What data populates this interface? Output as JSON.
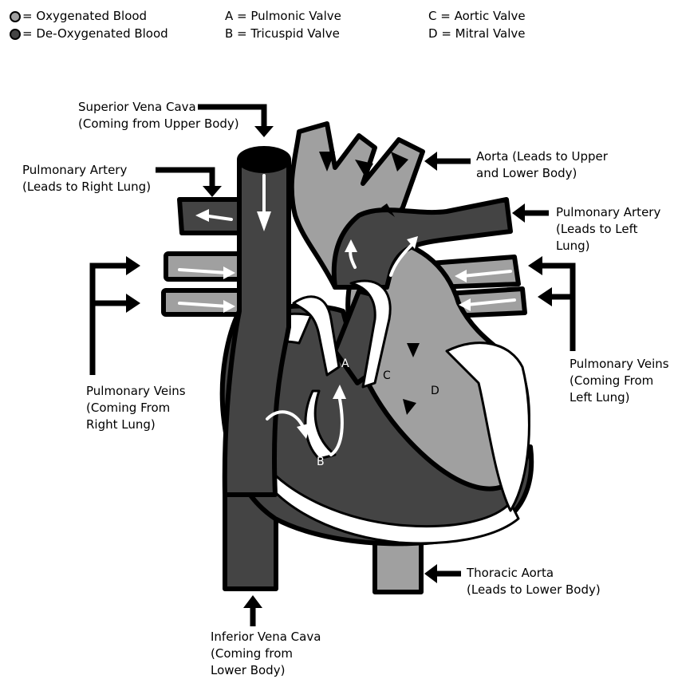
{
  "legend": {
    "oxygenated": "= Oxygenated Blood",
    "deoxygenated": "= De-Oxygenated Blood",
    "valve_a": "A = Pulmonic Valve",
    "valve_b": "B = Tricuspid Valve",
    "valve_c": "C = Aortic Valve",
    "valve_d": "D = Mitral Valve"
  },
  "labels": {
    "svc": "Superior Vena Cava\n(Coming from Upper Body)",
    "pa_right": "Pulmonary Artery\n(Leads to Right Lung)",
    "aorta": "Aorta (Leads to  Upper\nand Lower Body)",
    "pa_left": "Pulmonary Artery\n(Leads to Left Lung)",
    "pv_right": "Pulmonary Veins\n(Coming From\nRight Lung)",
    "pv_left": "Pulmonary Veins\n(Coming From\nLeft Lung)",
    "thoracic": "Thoracic Aorta\n(Leads to Lower Body)",
    "ivc": "Inferior Vena Cava\n(Coming from\nLower Body)"
  },
  "valve_letters": {
    "a": "A",
    "b": "B",
    "c": "C",
    "d": "D"
  },
  "colors": {
    "oxygenated": "#a0a0a0",
    "deoxygenated": "#444444",
    "outline": "#000000",
    "flow": "#ffffff"
  }
}
